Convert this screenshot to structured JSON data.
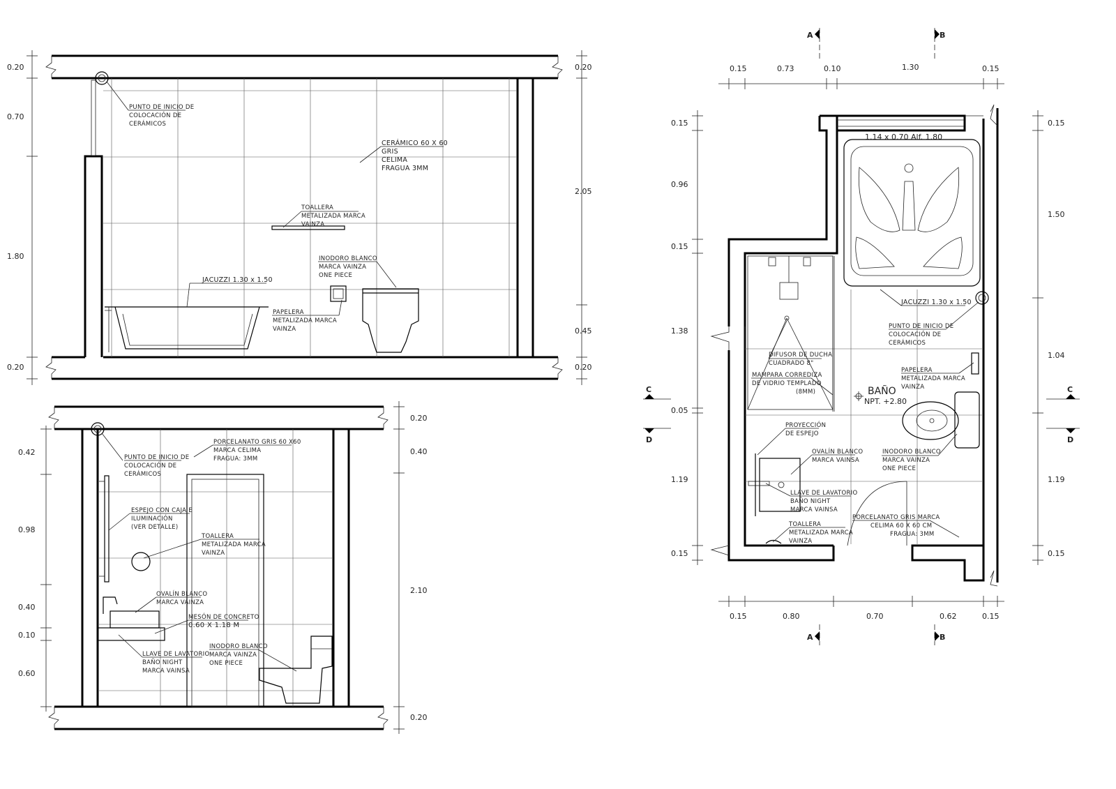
{
  "colors": {
    "ink": "#000000",
    "grid": "#555555",
    "paper": "#ffffff"
  },
  "elevation_top": {
    "dims_left": [
      "0.20",
      "0.70",
      "1.80",
      "0.20"
    ],
    "dims_right": [
      "0.20",
      "2.05",
      "0.45",
      "0.20"
    ],
    "labels": {
      "start_point": [
        "PUNTO DE INICIO DE",
        "COLOCACIÓN DE",
        "CERÁMICOS"
      ],
      "ceramic": [
        "CERÁMICO 60 X 60",
        "GRIS",
        "CELIMA",
        "FRAGUA 3MM"
      ],
      "towel_rack": [
        "TOALLERA",
        "METALIZADA MARCA",
        "VAINZA"
      ],
      "toilet": [
        "INODORO BLANCO",
        "MARCA VAINZA",
        "ONE PIECE"
      ],
      "jacuzzi": [
        "JACUZZI 1.30 x 1.50"
      ],
      "paper_bin": [
        "PAPELERA",
        "METALIZADA MARCA",
        "VAINZA"
      ]
    }
  },
  "elevation_bottom": {
    "dims_left": [
      "0.42",
      "0.98",
      "0.40",
      "0.10",
      "0.60"
    ],
    "dims_right": [
      "0.20",
      "0.40",
      "2.10",
      "0.20"
    ],
    "labels": {
      "start_point": [
        "PUNTO DE INICIO DE",
        "COLOCACIÓN DE",
        "CERÁMICOS"
      ],
      "porcelain": [
        "PORCELANATO GRIS 60 X60",
        "MARCA CELIMA",
        "FRAGUA: 3MM"
      ],
      "mirror": [
        "ESPEJO CON CAJA E",
        "ILUMINACIÓN",
        "(VER DETALLE)"
      ],
      "towel_rack": [
        "TOALLERA",
        "METALIZADA MARCA",
        "VAINZA"
      ],
      "oval_basin": [
        "OVALÍN BLANCO",
        "MARCA VAINZA"
      ],
      "counter": [
        "MESÓN DE CONCRETO",
        "0.60 X 1.18 M"
      ],
      "faucet": [
        "LLAVE DE LAVATORIO",
        "BAÑO NIGHT",
        "MARCA VAINSA"
      ],
      "toilet": [
        "INODORO BLANCO",
        "MARCA VAINZA",
        "ONE PIECE"
      ]
    }
  },
  "plan": {
    "section_marks": {
      "a": "A",
      "b": "B",
      "c": "C",
      "d": "D"
    },
    "dims_top": [
      "0.15",
      "0.73",
      "0.10",
      "1.30",
      "0.15"
    ],
    "dims_bottom": [
      "0.15",
      "0.80",
      "0.70",
      "0.62",
      "0.15"
    ],
    "dims_left": [
      "0.15",
      "0.96",
      "0.15",
      "1.38",
      "0.05",
      "1.19",
      "0.15"
    ],
    "dims_right": [
      "0.15",
      "1.50",
      "1.04",
      "1.19",
      "0.15"
    ],
    "window": "1.14 x 0.70 Alf. 1.80",
    "room_name": "BAÑO",
    "room_level": "NPT. +2.80",
    "labels": {
      "jacuzzi": [
        "JACUZZI 1.30 x 1.50"
      ],
      "start_point": [
        "PUNTO DE INICIO DE",
        "COLOCACIÓN DE",
        "CERÁMICOS"
      ],
      "shower_head": [
        "DIFUSOR DE DUCHA",
        "CUADRADO 8\""
      ],
      "screen": [
        "MAMPARA CORREDIZA",
        "DE VIDRIO TEMPLADO",
        "(8MM)"
      ],
      "paper_bin": [
        "PAPELERA",
        "METALIZADA MARCA",
        "VAINZA"
      ],
      "mirror_projection": [
        "PROYECCIÓN",
        "DE ESPEJO"
      ],
      "oval_basin": [
        "OVALÍN BLANCO",
        "MARCA VAINSA"
      ],
      "toilet": [
        "INODORO BLANCO",
        "MARCA VAINZA",
        "ONE PIECE"
      ],
      "faucet": [
        "LLAVE DE LAVATORIO",
        "BAÑO NIGHT",
        "MARCA VAINSA"
      ],
      "towel_rack": [
        "TOALLERA",
        "METALIZADA MARCA",
        "VAINZA"
      ],
      "porcelain": [
        "PORCELANATO GRIS MARCA",
        "CELIMA 60 X 60 CM",
        "FRAGUA: 3MM"
      ]
    }
  }
}
